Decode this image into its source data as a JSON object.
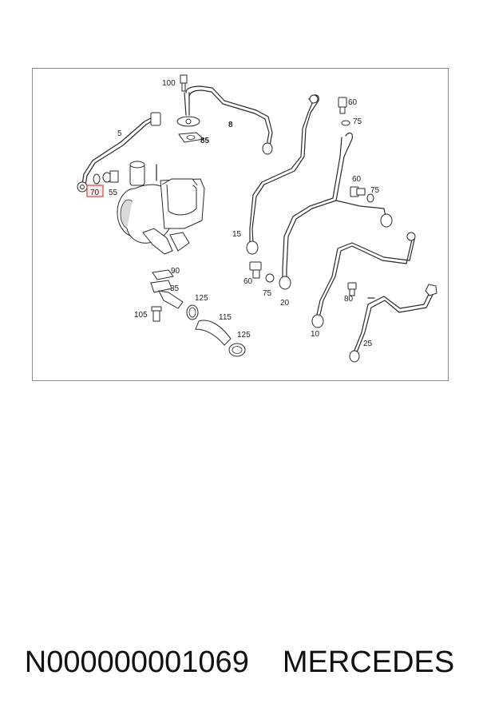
{
  "diagram": {
    "callouts": {
      "c100": "100",
      "c8": "8",
      "c5": "5",
      "c85": "85",
      "c70": "70",
      "c55": "55",
      "c60a": "60",
      "c75a": "75",
      "c60b": "60",
      "c75b": "75",
      "c15": "15",
      "c60c": "60",
      "c75c": "75",
      "c20": "20",
      "c90": "90",
      "c35": "35",
      "c125a": "125",
      "c105": "105",
      "c115": "115",
      "c125b": "125",
      "c80": "80",
      "c10": "10",
      "c25": "25"
    },
    "highlight_color": "#e04040"
  },
  "footer": {
    "part_number": "N000000001069",
    "brand": "MERCEDES"
  }
}
